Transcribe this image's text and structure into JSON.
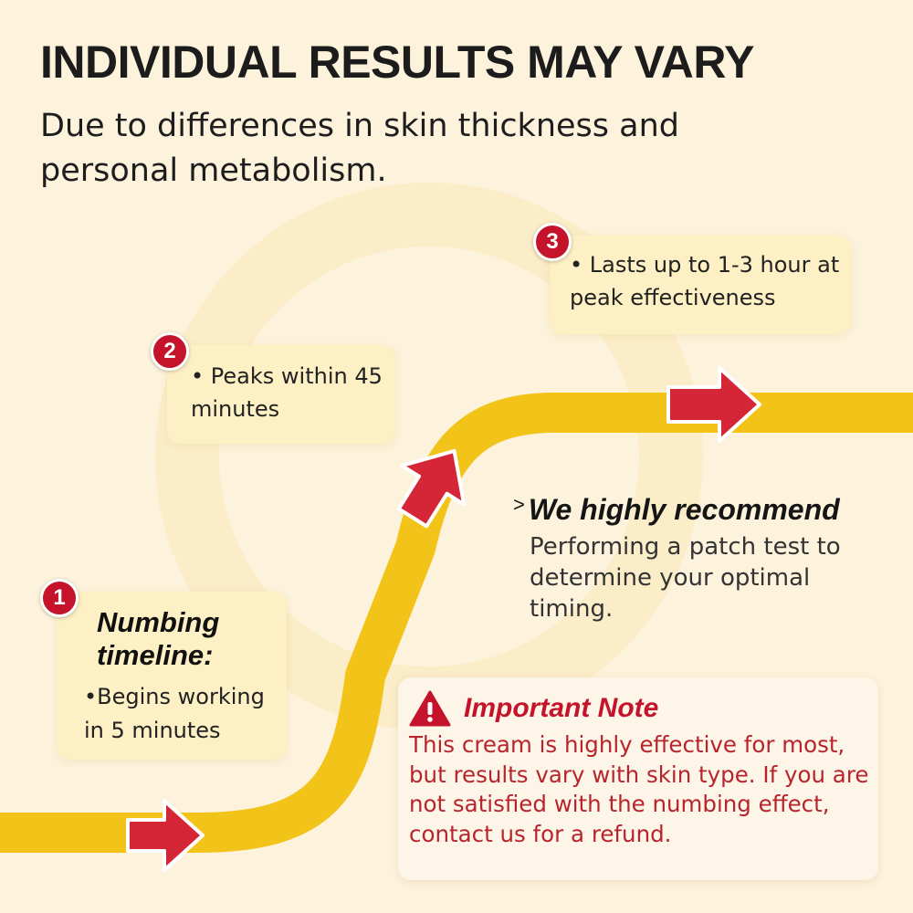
{
  "header": {
    "title": "INDIVIDUAL RESULTS MAY VARY",
    "subtitle": "Due to differences in skin thickness and personal metabolism."
  },
  "steps": [
    {
      "number": "1",
      "heading": "Numbing timeline:",
      "text": "•Begins working in 5 minutes"
    },
    {
      "number": "2",
      "text": "• Peaks within 45 minutes"
    },
    {
      "number": "3",
      "text": "• Lasts up to 1-3 hour at peak effectiveness"
    }
  ],
  "recommendation": {
    "chevron": ">",
    "heading": "We highly recommend",
    "text": "Performing a patch test to determine your optimal timing."
  },
  "note": {
    "icon": "warning-icon",
    "heading": "Important Note",
    "text": "This cream is highly effective for most, but results vary with skin type. If you are not satisfied with the numbing effect, contact us for a refund."
  },
  "colors": {
    "background": "#fdf3dc",
    "path": "#f2c318",
    "arrow": "#d42637",
    "badge": "#c4132a",
    "note_text": "#b8242c"
  }
}
